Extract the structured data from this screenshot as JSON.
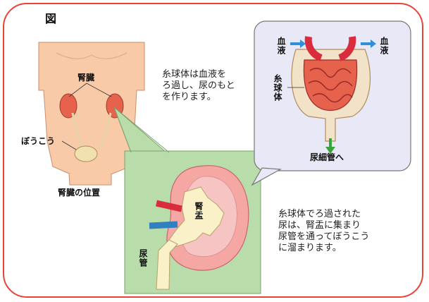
{
  "figure_label": "図",
  "body_panel": {
    "kidney_label": "腎臓",
    "bladder_label": "ぼうこう",
    "caption": "腎臓の位置"
  },
  "glomerulus_text": "糸球体は血液を\nろ過し、尿のもと\nを作ります。",
  "glomerulus_panel": {
    "blood_in_label": "血液",
    "blood_out_label": "血液",
    "glomerulus_label": "糸球体",
    "tubule_label": "尿細管へ"
  },
  "kidney_panel": {
    "pelvis_label": "腎盂",
    "ureter_label": "尿管"
  },
  "filtration_text": "糸球体でろ過された\n尿は、腎盂に集まり\n尿管を通ってぼうこう\nに溜まります。",
  "colors": {
    "frame": "#e8423a",
    "skin": "#f8caa8",
    "kidney": "#e7624c",
    "panel_green": "#b9dcab",
    "panel_lavender": "#e9e8f6",
    "artery_red": "#d92c3c",
    "vein_blue": "#2f7fc1",
    "arrow_blue": "#2f8fd8",
    "arrow_green": "#3aa33a"
  }
}
